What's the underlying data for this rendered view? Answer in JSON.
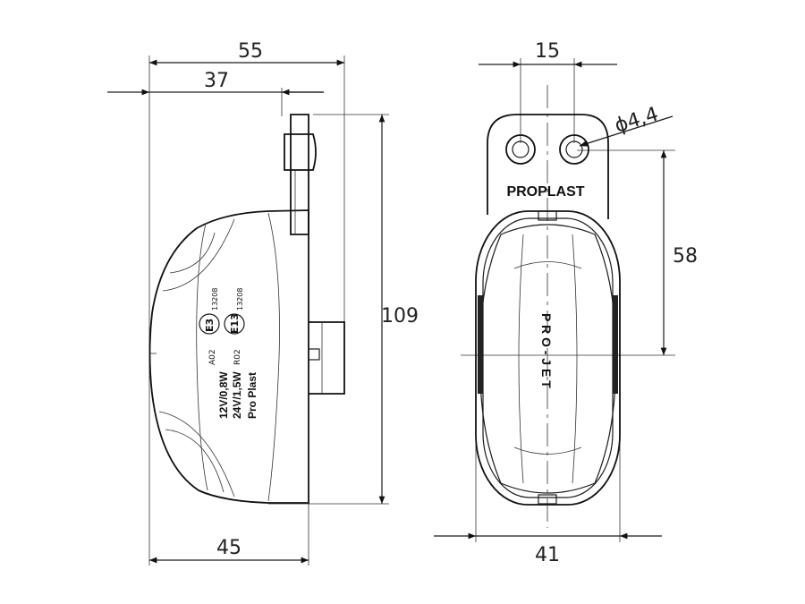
{
  "dimensions": {
    "overall_width": "55",
    "depth_37": "37",
    "base_width": "45",
    "height": "109",
    "hole_spacing": "15",
    "hole_diameter": "ϕ4,4",
    "hole_to_center": "58",
    "front_width": "41"
  },
  "labels": {
    "brand": "PROPLAST",
    "lens_text": "P R O - J E T",
    "voltage_1": "12V/0,8W",
    "voltage_2": "24V/1,5W",
    "maker": "Pro Plast",
    "approval_a02": "A02",
    "approval_r02": "R02",
    "approval_mark_1": "E3",
    "approval_mark_2": "E13",
    "approval_code_1": "13208",
    "approval_code_2": "13208"
  }
}
